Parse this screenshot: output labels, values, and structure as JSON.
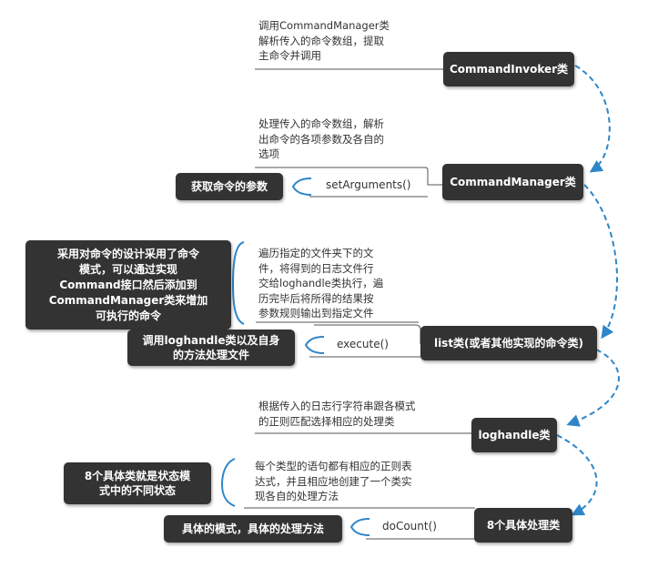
{
  "classes": {
    "invoker": "CommandInvoker类",
    "manager": "CommandManager类",
    "list": "list类(或者其他实现的命令类)",
    "loghandle": "loghandle类",
    "concrete": "8个具体处理类"
  },
  "notes": {
    "invoker": "调用CommandManager类\n解析传入的命令数组，提取\n主命令并调用",
    "manager": "处理传入的命令数组，解析\n出命令的各项参数及各自的\n选项",
    "list": "遍历指定的文件夹下的文\n件，将得到的日志文件行\n交给loghandle类执行，遍\n历完毕后将所得的结果按\n参数规则输出到指定文件",
    "loghandle": "根据传入的日志行字符串跟各模式\n的正则匹配选择相应的处理类",
    "concrete": "每个类型的语句都有相应的正则表\n达式，并且相应地创建了一个类实\n现各自的处理方法"
  },
  "methods": {
    "manager": "setArguments()",
    "list": "execute()",
    "concrete": "doCount()"
  },
  "labels": {
    "get_args": "获取命令的参数",
    "design": "采用对命令的设计采用了命令\n模式，可以通过实现\nCommand接口然后添加到\nCommandManager类来增加\n可执行的命令",
    "call_loghandle": "调用loghandle类以及自身\n的方法处理文件",
    "state": "8个具体类就是状态模\n式中的不同状态",
    "concrete_mode": "具体的模式，具体的处理方法"
  },
  "colors": {
    "node": "#333333",
    "arrow": "#2e86c8",
    "line": "#555555"
  }
}
